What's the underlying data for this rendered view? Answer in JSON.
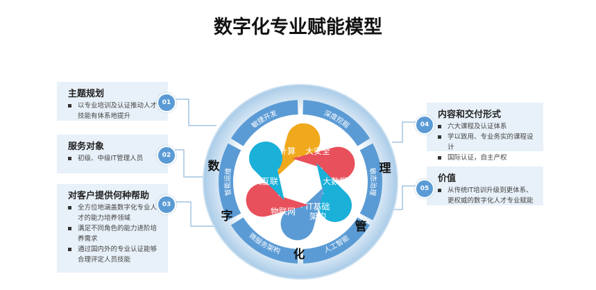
{
  "title": "数字化专业赋能模型",
  "left_items": [
    {
      "num": "01",
      "heading": "主题规划",
      "bullets": [
        "以专业培训及认证推动人才技能有体系地提升"
      ]
    },
    {
      "num": "02",
      "heading": "服务对象",
      "bullets": [
        "初级、中级IT管理人员"
      ]
    },
    {
      "num": "03",
      "heading": "对客户提供何种帮助",
      "bullets": [
        "全方位地涵盖数字化专业人才的能力培养领域",
        "满足不同角色的能力进阶培养需求",
        "通过国内外的专业认证能够合理评定人员技能"
      ]
    }
  ],
  "right_items": [
    {
      "num": "04",
      "heading": "内容和交付形式",
      "bullets": [
        "六大课程及认证体系",
        "学以致用、专业务实的课程设计",
        "国际认证，自主产权"
      ]
    },
    {
      "num": "05",
      "heading": "价值",
      "bullets": [
        "从传统IT培训升级到更体系、更权威的数字化人才专业赋能"
      ]
    }
  ],
  "ring_labels": [
    "敏捷开发",
    "深度挖掘",
    "敏态治理",
    "人工智能",
    "微服务架构",
    "智能运维"
  ],
  "outer_chars": [
    "数",
    "字",
    "化",
    "管",
    "理"
  ],
  "petals": [
    {
      "label": "云计算",
      "color": "#f0a81c"
    },
    {
      "label": "大安全",
      "color": "#e8505b"
    },
    {
      "label": "大数据",
      "color": "#1ab0d8"
    },
    {
      "label": "IT基础架构",
      "color": "#5b9bd5"
    },
    {
      "label": "物联网",
      "color": "#e8505b"
    },
    {
      "label": "大互联",
      "color": "#1ab0d8"
    }
  ]
}
